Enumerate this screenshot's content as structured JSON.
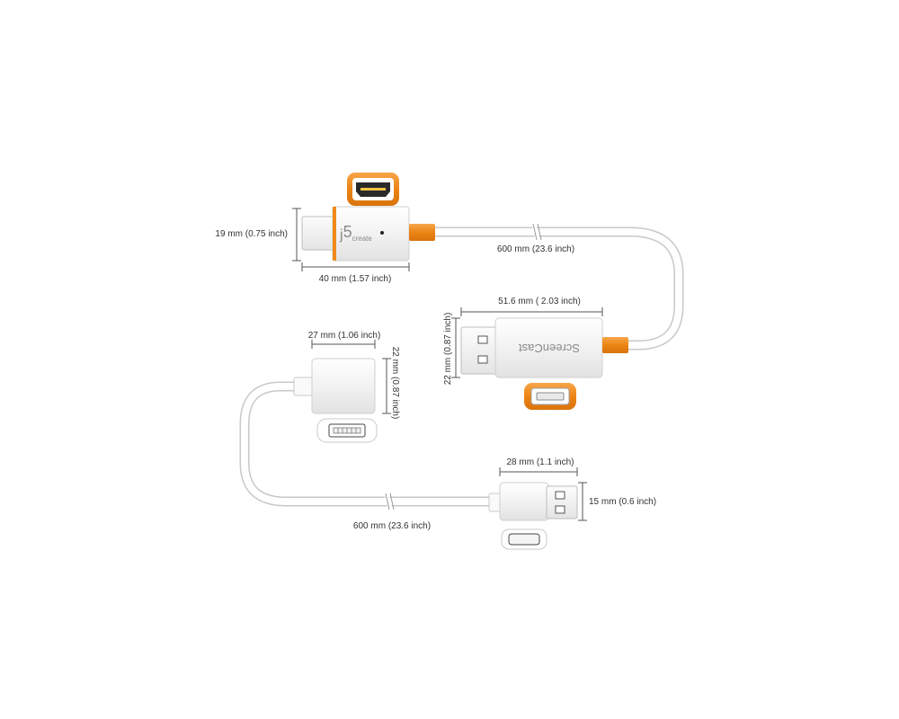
{
  "brand": {
    "logo_prefix": "j",
    "logo_digit": "5",
    "logo_suffix": "create",
    "device_name": "ScreenCast"
  },
  "dimensions": {
    "hdmi_height": "19 mm (0.75 inch)",
    "hdmi_length": "40 mm (1.57 inch)",
    "cable_length_top": "600 mm (23.6 inch)",
    "receiver_length": "51.6 mm ( 2.03 inch)",
    "receiver_height": "22 mm (0.87 inch)",
    "usb_female_length": "27 mm (1.06 inch)",
    "usb_female_height": "22 mm (0.87 inch)",
    "usb_male_length": "28 mm (1.1 inch)",
    "usb_male_height": "15 mm (0.6 inch)",
    "cable_length_bottom": "600 mm (23.6 inch)"
  },
  "colors": {
    "accent": "#F08A1C",
    "cable": "#ffffff",
    "body": "#f4f4f4",
    "outline": "#cfcfcf"
  },
  "icons": [
    "hdmi-port-icon",
    "usb-a-port-icon",
    "usb-a-female-port-icon",
    "usb-plug-end-icon"
  ]
}
